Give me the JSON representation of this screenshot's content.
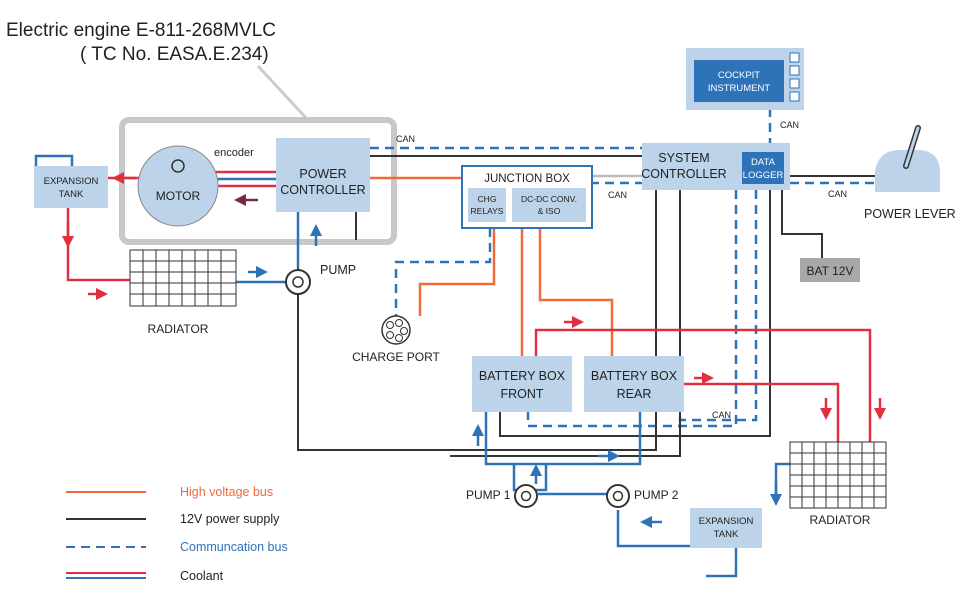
{
  "title": {
    "line1": "Electric engine E-811-268MVLC",
    "line2": "( TC No. EASA.E.234)"
  },
  "components": {
    "expansion_tank_left": [
      "EXPANSION",
      "TANK"
    ],
    "motor": "MOTOR",
    "encoder": "encoder",
    "power_controller": [
      "POWER",
      "CONTROLLER"
    ],
    "junction_box": "JUNCTION BOX",
    "chg_relays": [
      "CHG",
      "RELAYS"
    ],
    "dcdc": [
      "DC-DC CONV.",
      "& ISO"
    ],
    "system_controller": [
      "SYSTEM",
      "CONTROLLER"
    ],
    "data_logger": [
      "DATA",
      "LOGGER"
    ],
    "cockpit_instrument": [
      "COCKPIT",
      "INSTRUMENT"
    ],
    "power_lever": "POWER LEVER",
    "bat12v": "BAT 12V",
    "radiator_left": "RADIATOR",
    "radiator_right": "RADIATOR",
    "pump": "PUMP",
    "pump1": "PUMP 1",
    "pump2": "PUMP 2",
    "charge_port": "CHARGE PORT",
    "battery_front": [
      "BATTERY BOX",
      "FRONT"
    ],
    "battery_rear": [
      "BATTERY BOX",
      "REAR"
    ],
    "expansion_tank_right": [
      "EXPANSION",
      "TANK"
    ]
  },
  "can_labels": [
    "CAN",
    "CAN",
    "CAN",
    "CAN",
    "CAN"
  ],
  "legend": [
    {
      "label": "High voltage bus",
      "color": "#ef6a3a"
    },
    {
      "label": "12V power supply",
      "color": "#333333"
    },
    {
      "label": "Communcation bus",
      "color": "#2e73b8"
    },
    {
      "label": "Coolant",
      "color": "#e03040"
    }
  ],
  "colors": {
    "high_voltage": "#ef6a3a",
    "power_12v": "#333333",
    "communication": "#2e73b8",
    "coolant_hot": "#e03040",
    "coolant_cold": "#2e73b8",
    "box_fill": "#bcd3e9",
    "box_dark": "#2e73b8"
  }
}
